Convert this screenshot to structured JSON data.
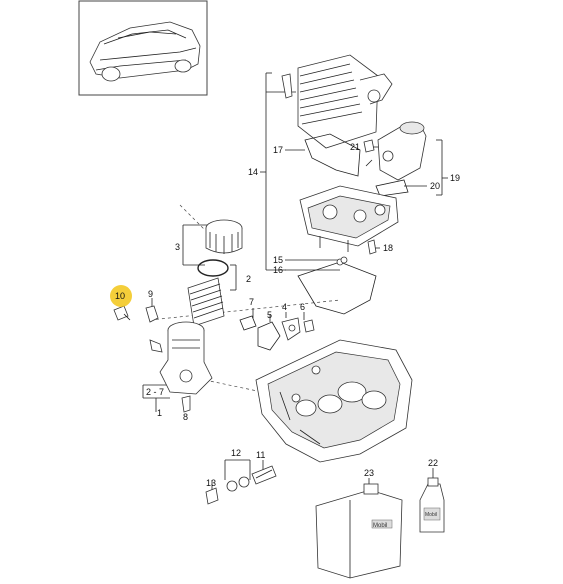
{
  "callouts": [
    {
      "id": "c1",
      "text": "1"
    },
    {
      "id": "c2",
      "text": "2"
    },
    {
      "id": "c3",
      "text": "3"
    },
    {
      "id": "c4",
      "text": "4"
    },
    {
      "id": "c5",
      "text": "5"
    },
    {
      "id": "c6",
      "text": "6"
    },
    {
      "id": "c7",
      "text": "7"
    },
    {
      "id": "c8",
      "text": "8"
    },
    {
      "id": "c9",
      "text": "9"
    },
    {
      "id": "c10",
      "text": "10",
      "highlighted": true
    },
    {
      "id": "c11",
      "text": "11"
    },
    {
      "id": "c12",
      "text": "12"
    },
    {
      "id": "c13",
      "text": "13"
    },
    {
      "id": "c14",
      "text": "14"
    },
    {
      "id": "c15",
      "text": "15"
    },
    {
      "id": "c16",
      "text": "16"
    },
    {
      "id": "c17",
      "text": "17"
    },
    {
      "id": "c18",
      "text": "18"
    },
    {
      "id": "c19",
      "text": "19"
    },
    {
      "id": "c20",
      "text": "20"
    },
    {
      "id": "c21",
      "text": "21"
    },
    {
      "id": "c22",
      "text": "22"
    },
    {
      "id": "c23",
      "text": "23"
    },
    {
      "id": "c2to7",
      "text": "2 - 7"
    }
  ],
  "highlight_color": "#f2c618",
  "container_labels": {
    "canister": "Mobil",
    "bottle": "Mobil"
  }
}
